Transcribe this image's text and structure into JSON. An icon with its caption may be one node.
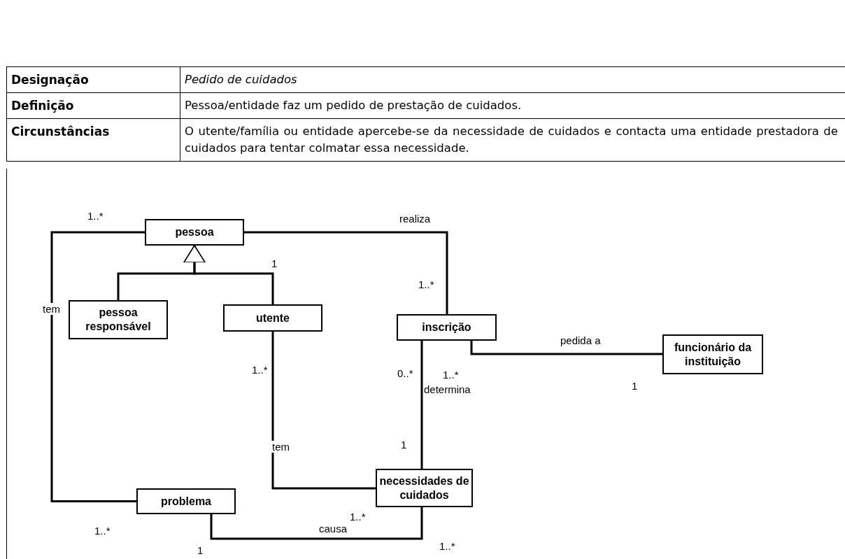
{
  "diagram": {
    "nodes": [
      {
        "text": [
          "pessoa"
        ]
      },
      {
        "text": [
          "pessoa responsável"
        ]
      },
      {
        "text": [
          "utente"
        ]
      },
      {
        "text": [
          "inscrição"
        ]
      },
      {
        "text": [
          "funcionário da instituição"
        ]
      },
      {
        "text": [
          "necessidades de cuidados"
        ]
      },
      {
        "text": [
          "problema"
        ]
      }
    ],
    "edges": [
      {
        "from": 0,
        "to": 6,
        "arrow": "none",
        "label": "tem"
      },
      {
        "from": 0,
        "to": 3,
        "arrow": "none",
        "label": "realiza"
      },
      {
        "from": 1,
        "to": 0,
        "arrow": "to"
      },
      {
        "from": 2,
        "to": 0,
        "arrow": "to"
      },
      {
        "from": 2,
        "to": 5,
        "arrow": "none",
        "label": "tem"
      },
      {
        "from": 3,
        "to": 5,
        "arrow": "none",
        "label": "determina"
      },
      {
        "from": 3,
        "to": 4,
        "arrow": "none",
        "label": "pedida a"
      },
      {
        "from": 6,
        "to": 5,
        "arrow": "none",
        "label": "causa"
      }
    ],
    "labels": [
      "Designação",
      "Pedido de cuidados",
      "Definição",
      "Pessoa/entidade faz um pedido de prestação de cuidados.",
      "Circunstâncias",
      "O utente/família ou entidade apercebe-se da necessidade de cuidados e contacta uma entidade prestadora de cuidados para tentar colmatar essa necessidade.",
      "1..*",
      "1",
      "1..*",
      "1..*",
      "0..*",
      "1..*",
      "1",
      "1",
      "1..*",
      "1..*",
      "1",
      "1..*"
    ]
  }
}
